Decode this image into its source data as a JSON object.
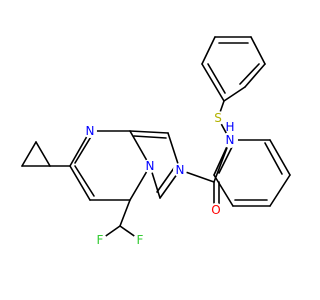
{
  "colors": {
    "bond": "#000000",
    "N": "#0000ff",
    "O": "#ff0000",
    "S": "#b2b200",
    "F": "#33cc33"
  },
  "atoms": {
    "N": "N",
    "NH": "N",
    "H": "H",
    "O": "O",
    "S": "S",
    "F": "F"
  }
}
